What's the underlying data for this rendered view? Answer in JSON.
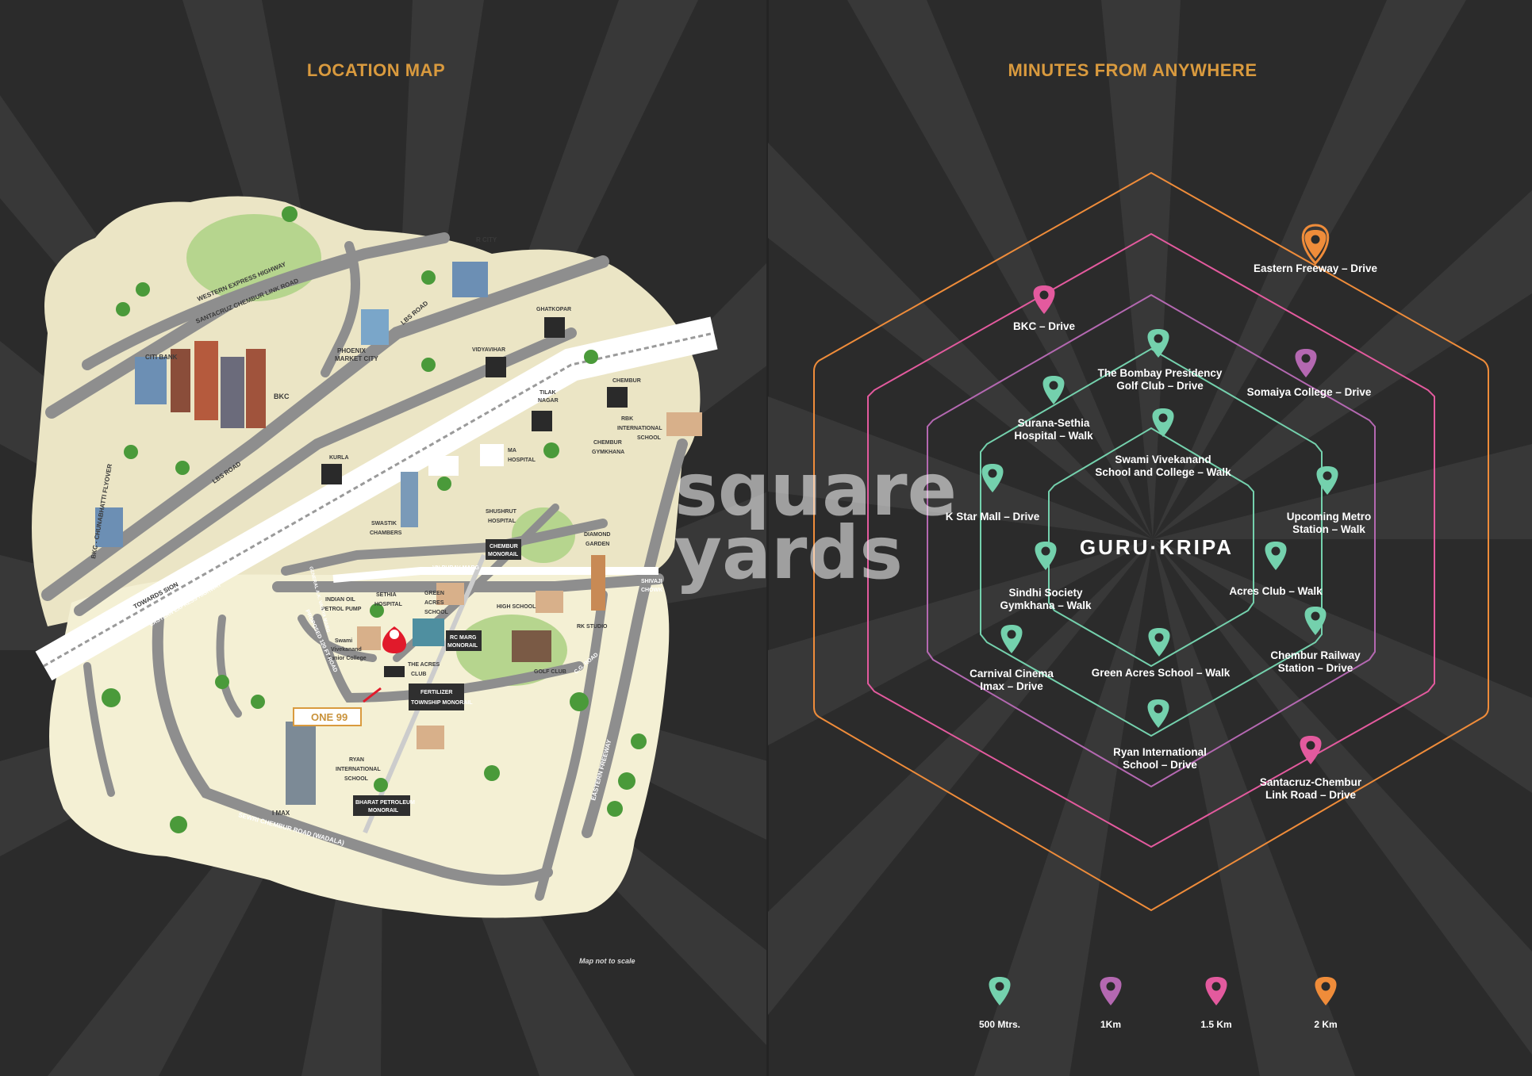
{
  "left": {
    "heading": "LOCATION MAP",
    "note": "Map not to scale",
    "labels": {
      "weh": "WESTERN EXPRESS HIGHWAY",
      "sclr": "SANTACRUZ CHEMBUR LINK ROAD",
      "lbs1": "LBS ROAD",
      "lbs2": "LBS ROAD",
      "flyover": "BKC - CHUNABHATTI FLYOVER",
      "rcity": "R CITY",
      "phoenix1": "PHOENIX",
      "phoenix2": "MARKET CITY",
      "citibank": "CITI BANK",
      "bkc": "BKC",
      "ghatkopar": "GHATKOPAR",
      "vidyavihar": "VIDYAVIHAR",
      "tilak1": "TILAK",
      "tilak2": "NAGAR",
      "chembur": "CHEMBUR",
      "kurla": "KURLA",
      "rbk1": "RBK",
      "rbk2": "INTERNATIONAL",
      "rbk3": "SCHOOL",
      "gym1": "CHEMBUR",
      "gym2": "GYMKHANA",
      "ma1": "MA",
      "ma2": "HOSPITAL",
      "swastik1": "SWASTIK",
      "swastik2": "CHAMBERS",
      "shushrut1": "SHUSHRUT",
      "shushrut2": "HOSPITAL",
      "chembur_mono1": "CHEMBUR",
      "chembur_mono2": "MONORAIL",
      "diamond1": "DIAMOND",
      "diamond2": "GARDEN",
      "sion": "TOWARDS SION",
      "somaiya": "SOMAIYA NAGAR FLYOVER",
      "eeh": "EASTERN EXPRESS HIGHWAY",
      "vnpurav": "VN PURAV MARG",
      "shivaji1": "SHIVAJI",
      "shivaji2": "CHOWK",
      "ioc1": "INDIAN OIL",
      "ioc2": "PETROL PUMP",
      "sethia1": "SETHIA",
      "sethia2": "HOSPITAL",
      "ga1": "GREEN",
      "ga2": "ACRES",
      "ga3": "SCHOOL",
      "highschool": "HIGH SCHOOL",
      "rkstudio": "RK STUDIO",
      "rcmarg1": "RC MARG",
      "rcmarg2": "MONORAIL",
      "svjc1": "Swami",
      "svjc2": "Vivekanand",
      "svjc3": "Junior College",
      "acres1": "THE ACRES",
      "acres2": "CLUB",
      "golf": "GOLF CLUB",
      "cgroad": "C.G. ROAD",
      "fert1": "FERTILIZER",
      "fert2": "TOWNSHIP MONORAIL",
      "proposed": "PROPOSED 120 FT ROAD",
      "gasroad": "GENERAL A.K. VAIDYA MARG",
      "one99": "ONE 99",
      "ryan1": "RYAN",
      "ryan2": "INTERNATIONAL",
      "ryan3": "SCHOOL",
      "imax": "I MAX",
      "bpcl1": "BHARAT PETROLEUM",
      "bpcl2": "MONORAIL",
      "sewri": "SEWRI CHEMBUR ROAD (WADALA)",
      "efw": "EASTERN FREEWAY"
    }
  },
  "watermark": {
    "line1": "square",
    "line2": "yards"
  },
  "right": {
    "heading": "MINUTES FROM ANYWHERE",
    "brand": "GURU·KRIPA",
    "colors": {
      "m500": "#74d1ad",
      "km1": "#b468b1",
      "km15": "#e35a9e",
      "km2": "#ef8c3a"
    },
    "places": {
      "eastern_freeway": "Eastern Freeway – Drive",
      "bkc": "BKC – Drive",
      "bombay_golf_1": "The Bombay Presidency",
      "bombay_golf_2": "Golf Club – Drive",
      "somaiya": "Somaiya College – Drive",
      "surana_1": "Surana-Sethia",
      "surana_2": "Hospital – Walk",
      "swami_1": "Swami Vivekanand",
      "swami_2": "School and College – Walk",
      "kstar": "K Star Mall – Drive",
      "metro_1": "Upcoming Metro",
      "metro_2": "Station – Walk",
      "sindhi_1": "Sindhi Society",
      "sindhi_2": "Gymkhana – Walk",
      "acres": "Acres Club – Walk",
      "chembur_rail_1": "Chembur Railway",
      "chembur_rail_2": "Station – Drive",
      "carnival_1": "Carnival Cinema",
      "carnival_2": "Imax – Drive",
      "green_acres": "Green Acres School – Walk",
      "ryan_1": "Ryan International",
      "ryan_2": "School – Drive",
      "scl_1": "Santacruz-Chembur",
      "scl_2": "Link Road – Drive"
    },
    "legend": {
      "m500": "500 Mtrs.",
      "km1": "1Km",
      "km15": "1.5 Km",
      "km2": "2 Km"
    }
  }
}
